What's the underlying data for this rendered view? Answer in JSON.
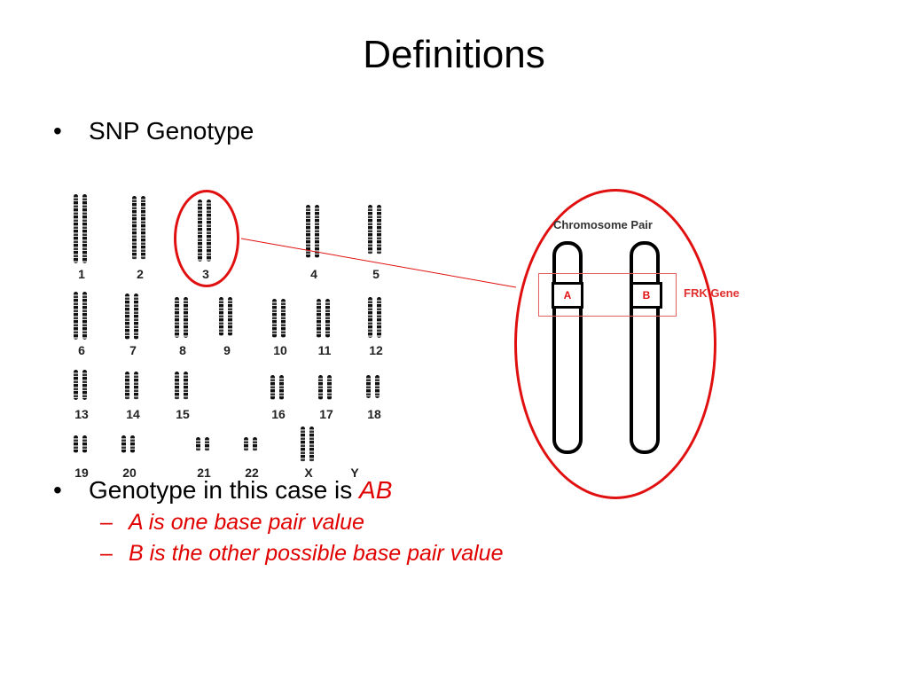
{
  "slide": {
    "title": "Definitions",
    "bullet1": "SNP Genotype",
    "bullet2_prefix": "Genotype in this case is ",
    "bullet2_em": "AB",
    "sub1": "A is one base pair value",
    "sub2": "B is the other possible base pair value"
  },
  "karyotype": {
    "labels": [
      "1",
      "2",
      "3",
      "4",
      "5",
      "6",
      "7",
      "8",
      "9",
      "10",
      "11",
      "12",
      "13",
      "14",
      "15",
      "16",
      "17",
      "18",
      "19",
      "20",
      "21",
      "22",
      "X",
      "Y"
    ]
  },
  "diagram": {
    "pair_title": "Chromosome Pair",
    "allele_a": "A",
    "allele_b": "B",
    "gene_label": "FRK Gene"
  },
  "colors": {
    "accent": "#e01010"
  }
}
